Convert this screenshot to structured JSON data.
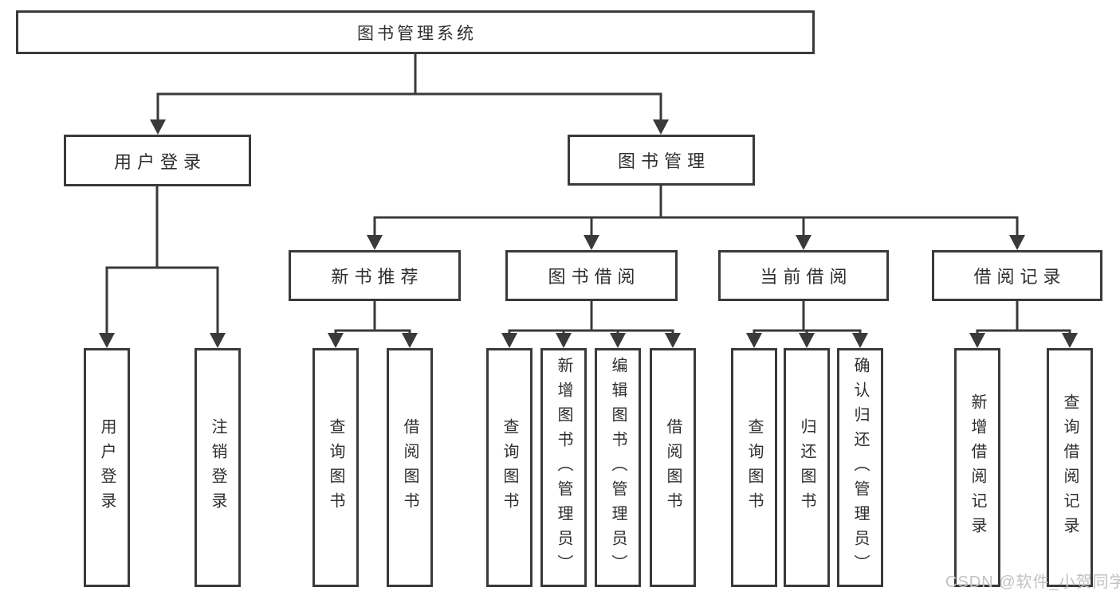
{
  "tree": {
    "root": {
      "label": "图书管理系统",
      "children": [
        {
          "label": "用户登录",
          "children": [
            {
              "label": "用户登录"
            },
            {
              "label": "注销登录"
            }
          ]
        },
        {
          "label": "图书管理",
          "children": [
            {
              "label": "新书推荐",
              "children": [
                {
                  "label": "查询图书"
                },
                {
                  "label": "借阅图书"
                }
              ]
            },
            {
              "label": "图书借阅",
              "children": [
                {
                  "label": "查询图书"
                },
                {
                  "label": "新增图书（管理员）"
                },
                {
                  "label": "编辑图书（管理员）"
                },
                {
                  "label": "借阅图书"
                }
              ]
            },
            {
              "label": "当前借阅",
              "children": [
                {
                  "label": "查询图书"
                },
                {
                  "label": "归还图书"
                },
                {
                  "label": "确认归还（管理员）"
                }
              ]
            },
            {
              "label": "借阅记录",
              "children": [
                {
                  "label": "新增借阅记录"
                },
                {
                  "label": "查询借阅记录"
                }
              ]
            }
          ]
        }
      ]
    }
  },
  "watermark": {
    "text": "CSDN @软件_小贺同学"
  },
  "colors": {
    "line": "#3a3a3a",
    "box_border": "#3a3a3a",
    "text": "#2e2e2e",
    "background": "#ffffff",
    "watermark": "#c2c2c2"
  }
}
